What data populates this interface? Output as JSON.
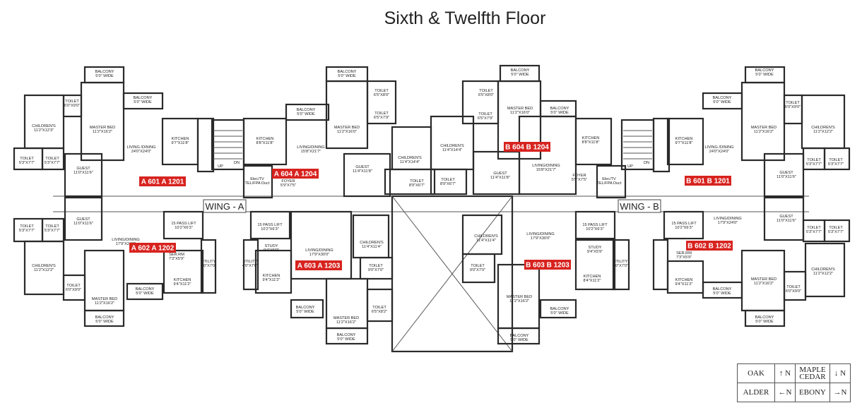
{
  "title": "Sixth & Twelfth Floor",
  "wings": [
    "WING - A",
    "WING - B"
  ],
  "unit_tags": [
    "A 601 A 1201",
    "A 602 A 1202",
    "A 604 A 1204",
    "A 603 A 1203",
    "B 604 B 1204",
    "B 603 B 1203",
    "B 601 B 1201",
    "B 602 B 1202"
  ],
  "tag_color": "#d7231f",
  "stairs": [
    "UP",
    "DN",
    "UP",
    "DN"
  ],
  "rooms": [
    {
      "name": "BALCONY",
      "size": "5'0\" WIDE"
    },
    {
      "name": "BALCONY",
      "size": "5'0\" WIDE"
    },
    {
      "name": "TOILET",
      "size": "6'0\"X9'0\""
    },
    {
      "name": "CHILDREN'S",
      "size": "11'2\"X12'3\""
    },
    {
      "name": "MASTER BED",
      "size": "11'2\"X16'2\""
    },
    {
      "name": "LIVING /DINING",
      "size": "24'0\"X24'0\""
    },
    {
      "name": "KITCHEN",
      "size": "9'7\"X11'8\""
    },
    {
      "name": "TOILET",
      "size": "5'3\"X7'7\""
    },
    {
      "name": "TOILET",
      "size": "5'3\"X7'7\""
    },
    {
      "name": "GUEST",
      "size": "11'0\"X11'6\""
    },
    {
      "name": "GUEST",
      "size": "11'0\"X11'6\""
    },
    {
      "name": "TOILET",
      "size": "5'3\"X7'7\""
    },
    {
      "name": "TOILET",
      "size": "5'3\"X7'7\""
    },
    {
      "name": "LIVING/DINING",
      "size": "17'9\"X24'0\""
    },
    {
      "name": "CHILDREN'S",
      "size": "11'2\"X12'2\""
    },
    {
      "name": "SER.RM",
      "size": "7'3\"X5'9\""
    },
    {
      "name": "UTILITY",
      "size": "4'0\"X7'0\""
    },
    {
      "name": "KITCHEN",
      "size": "9'4\"X11'2\""
    },
    {
      "name": "TOILET",
      "size": "6'0\"X9'0\""
    },
    {
      "name": "BALCONY",
      "size": "5'0\" WIDE"
    },
    {
      "name": "MASTER BED",
      "size": "11'2\"X16'2\""
    },
    {
      "name": "BALCONY",
      "size": "5'0\" WIDE"
    },
    {
      "name": "15 PASS LIFT",
      "size": "10'2\"X6'3\""
    },
    {
      "name": "BALCONY",
      "size": "5'0\" WIDE"
    },
    {
      "name": "TOILET",
      "size": "6'5\"X8'0\""
    },
    {
      "name": "TOILET",
      "size": "6'5\"X7'9\""
    },
    {
      "name": "BALCONY",
      "size": "5'0\" WIDE"
    },
    {
      "name": "MASTER BED",
      "size": "11'2\"X16'0\""
    },
    {
      "name": "KITCHEN",
      "size": "8'8\"X11'8\""
    },
    {
      "name": "LIVING/DINING",
      "size": "15'8\"X21'7\""
    },
    {
      "name": "GUEST",
      "size": "11'4\"X11'8\""
    },
    {
      "name": "CHILDREN'S",
      "size": "11'4\"X14'4\""
    },
    {
      "name": "TOILET",
      "size": "8'9\"X6'7\""
    },
    {
      "name": "FOYER",
      "size": "5'9\"X7'5\""
    },
    {
      "name": "Elec/TV",
      "size": "TEL/FPA Duct"
    },
    {
      "name": "15 PASS LIFT",
      "size": "10'2\"X6'3\""
    },
    {
      "name": "STUDY",
      "size": "9'4\"X5'9\""
    },
    {
      "name": "UTILITY",
      "size": "4'0\"X7'0\""
    },
    {
      "name": "KITCHEN",
      "size": "9'4\"X11'2\""
    },
    {
      "name": "LIVING/DINING",
      "size": "17'9\"X30'0\""
    },
    {
      "name": "CHILDREN'S",
      "size": "11'4\"X11'4\""
    },
    {
      "name": "TOILET",
      "size": "9'0\"X7'0\""
    },
    {
      "name": "MASTER BED",
      "size": "11'2\"X16'2\""
    },
    {
      "name": "TOILET",
      "size": "6'5\"X8'2\""
    },
    {
      "name": "BALCONY",
      "size": "5'0\" WIDE"
    },
    {
      "name": "BALCONY",
      "size": "5'0\" WIDE"
    },
    {
      "name": "TOILET",
      "size": "6'5\"X8'0\""
    },
    {
      "name": "BALCONY",
      "size": "5'0\" WIDE"
    },
    {
      "name": "MASTER BED",
      "size": "11'2\"X16'0\""
    },
    {
      "name": "TOILET",
      "size": "6'5\"X7'9\""
    },
    {
      "name": "BALCONY",
      "size": "5'0\" WIDE"
    },
    {
      "name": "CHILDREN'S",
      "size": "11'4\"X14'4\""
    },
    {
      "name": "GUEST",
      "size": "11'4\"X11'8\""
    },
    {
      "name": "LIVING/DINING",
      "size": "15'8\"X21'7\""
    },
    {
      "name": "KITCHEN",
      "size": "8'8\"X11'8\""
    },
    {
      "name": "FOYER",
      "size": "5'9\"X7'5\""
    },
    {
      "name": "Elec/TV",
      "size": "TEL/FPA Duct"
    },
    {
      "name": "TOILET",
      "size": "8'9\"X6'7\""
    },
    {
      "name": "CHILDREN'S",
      "size": "11'4\"X11'4\""
    },
    {
      "name": "LIVING/DINING",
      "size": "17'9\"X30'0\""
    },
    {
      "name": "TOILET",
      "size": "9'0\"X7'0\""
    },
    {
      "name": "MASTER BED",
      "size": "11'2\"X16'2\""
    },
    {
      "name": "BALCONY",
      "size": "5'0\" WIDE"
    },
    {
      "name": "BALCONY",
      "size": "5'0\" WIDE"
    },
    {
      "name": "15 PASS LIFT",
      "size": "10'2\"X6'3\""
    },
    {
      "name": "STUDY",
      "size": "9'4\"X5'9\""
    },
    {
      "name": "KITCHEN",
      "size": "8'4\"X11'2\""
    },
    {
      "name": "UTILITY",
      "size": "4'0\"X7'0\""
    },
    {
      "name": "KITCHEN",
      "size": "9'7\"X11'8\""
    },
    {
      "name": "LIVING /DINING",
      "size": "24'0\"X24'0\""
    },
    {
      "name": "BALCONY",
      "size": "5'0\" WIDE"
    },
    {
      "name": "BALCONY",
      "size": "5'0\" WIDE"
    },
    {
      "name": "MASTER BED",
      "size": "11'2\"X16'2\""
    },
    {
      "name": "TOILET",
      "size": "6'0\"X9'0\""
    },
    {
      "name": "CHILDREN'S",
      "size": "11'2\"X12'2\""
    },
    {
      "name": "GUEST",
      "size": "11'0\"X11'6\""
    },
    {
      "name": "TOILET",
      "size": "5'3\"X7'7\""
    },
    {
      "name": "TOILET",
      "size": "5'3\"X7'7\""
    },
    {
      "name": "GUEST",
      "size": "11'0\"X11'6\""
    },
    {
      "name": "LIVING/DINING",
      "size": "17'9\"X24'0\""
    },
    {
      "name": "15 PASS LIFT",
      "size": "10'2\"X6'3\""
    },
    {
      "name": "TOILET",
      "size": "5'3\"X7'7\""
    },
    {
      "name": "TOILET",
      "size": "5'3\"X7'7\""
    },
    {
      "name": "SER.RM",
      "size": "7'3\"X5'9\""
    },
    {
      "name": "KITCHEN",
      "size": "9'4\"X11'2\""
    },
    {
      "name": "BALCONY",
      "size": "5'0\" WIDE"
    },
    {
      "name": "MASTER BED",
      "size": "11'2\"X16'2\""
    },
    {
      "name": "TOILET",
      "size": "6'0\"X9'0\""
    },
    {
      "name": "CHILDREN'S",
      "size": "11'2\"X12'2\""
    },
    {
      "name": "BALCONY",
      "size": "5'0\" WIDE"
    }
  ],
  "legend": {
    "rows": [
      [
        {
          "wing": "OAK",
          "arrow": "↑",
          "n": "N"
        },
        {
          "wing": "MAPLE CEDAR",
          "arrow": "↓",
          "n": "N"
        }
      ],
      [
        {
          "wing": "ALDER",
          "arrow": "←",
          "n": "N"
        },
        {
          "wing": "EBONY",
          "arrow": "→",
          "n": "N"
        }
      ]
    ]
  }
}
